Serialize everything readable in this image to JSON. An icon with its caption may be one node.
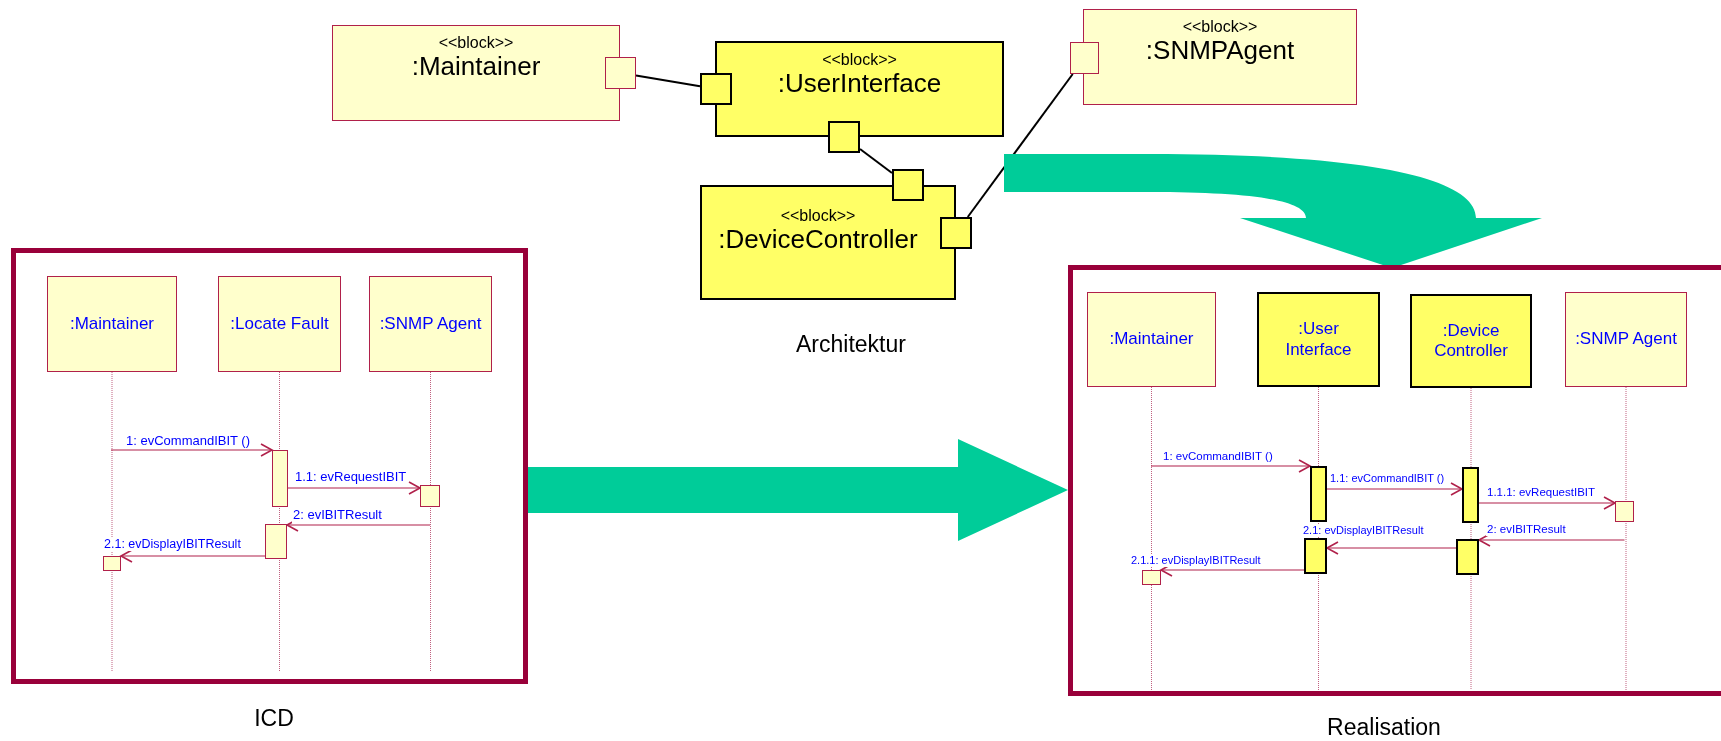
{
  "diagram": {
    "nodes": [
      {
        "text": [
          "<<block>>",
          ":Maintainer"
        ]
      },
      {
        "text": [],
        "shape": "box"
      },
      {
        "text": [],
        "shape": "box"
      },
      {
        "text": [
          "<<block>>",
          ":UserInterface"
        ]
      },
      {
        "text": [],
        "shape": "box"
      },
      {
        "text": [
          "<<block>>",
          ":SNMPAgent"
        ]
      },
      {
        "text": [],
        "shape": "box"
      },
      {
        "text": [],
        "shape": "box"
      },
      {
        "text": [
          "<<block>>",
          ":DeviceController"
        ]
      },
      {
        "text": [],
        "shape": "box"
      },
      {
        "text": [],
        "shape": "box",
        "beside": [
          "ICD"
        ]
      },
      {
        "text": [
          ":Maintainer"
        ],
        "in": 10
      },
      {
        "text": [
          ":Locate Fault"
        ],
        "in": 10
      },
      {
        "text": [
          ":SNMP Agent"
        ],
        "in": 10
      },
      {
        "text": [],
        "shape": "bar",
        "in": 10
      },
      {
        "text": [],
        "shape": "bar",
        "in": 10
      },
      {
        "text": [],
        "shape": "bar",
        "in": 10
      },
      {
        "text": [],
        "shape": "bar",
        "in": 10
      },
      {
        "text": [],
        "shape": "box",
        "beside": [
          "Realisation"
        ]
      },
      {
        "text": [
          ":Maintainer"
        ],
        "in": 18
      },
      {
        "text": [
          ":User Interface"
        ],
        "in": 18
      },
      {
        "text": [
          ":Device Controller"
        ],
        "in": 18
      },
      {
        "text": [
          ":SNMP Agent"
        ],
        "in": 18
      },
      {
        "text": [],
        "shape": "bar",
        "in": 18
      },
      {
        "text": [],
        "shape": "bar",
        "in": 18
      },
      {
        "text": [],
        "shape": "bar",
        "in": 18
      },
      {
        "text": [],
        "shape": "bar",
        "in": 18
      },
      {
        "text": [],
        "shape": "bar",
        "in": 18
      },
      {
        "text": [],
        "shape": "bar",
        "in": 18
      }
    ],
    "edges": [
      {
        "from": 1,
        "to": 2,
        "arrow": "none",
        "color": "#000000"
      },
      {
        "from": 4,
        "to": 7,
        "arrow": "none",
        "color": "#000000"
      },
      {
        "from": 9,
        "to": 6,
        "arrow": "none",
        "color": "#000000"
      },
      {
        "from": null,
        "to": 18,
        "arrow": "to",
        "style": "thick",
        "color": "#00cc99"
      },
      {
        "from": 10,
        "to": 18,
        "arrow": "to",
        "style": "thick",
        "color": "#00cc99"
      },
      {
        "from": null,
        "to": 14,
        "arrow": "to",
        "label": "1: evCommandIBIT ()"
      },
      {
        "from": 14,
        "to": 15,
        "arrow": "to",
        "label": "1.1: evRequestIBIT"
      },
      {
        "from": 15,
        "to": 16,
        "arrow": "to",
        "label": "2: evIBITResult"
      },
      {
        "from": 16,
        "to": 17,
        "arrow": "to",
        "label": "2.1: evDisplayIBITResult"
      },
      {
        "from": null,
        "to": 23,
        "arrow": "to",
        "label": "1: evCommandIBIT ()"
      },
      {
        "from": 23,
        "to": 24,
        "arrow": "to",
        "label": "1.1: evCommandIBIT ()"
      },
      {
        "from": 24,
        "to": 25,
        "arrow": "to",
        "label": "1.1.1: evRequestIBIT"
      },
      {
        "from": 25,
        "to": 27,
        "arrow": "to",
        "label": "2: evIBITResult"
      },
      {
        "from": 27,
        "to": 26,
        "arrow": "to",
        "label": "2.1: evDisplayIBITResult"
      },
      {
        "from": 26,
        "to": 28,
        "arrow": "to",
        "label": "2.1.1: evDisplayIBITResult"
      }
    ],
    "labels": [
      "Architektur"
    ]
  }
}
